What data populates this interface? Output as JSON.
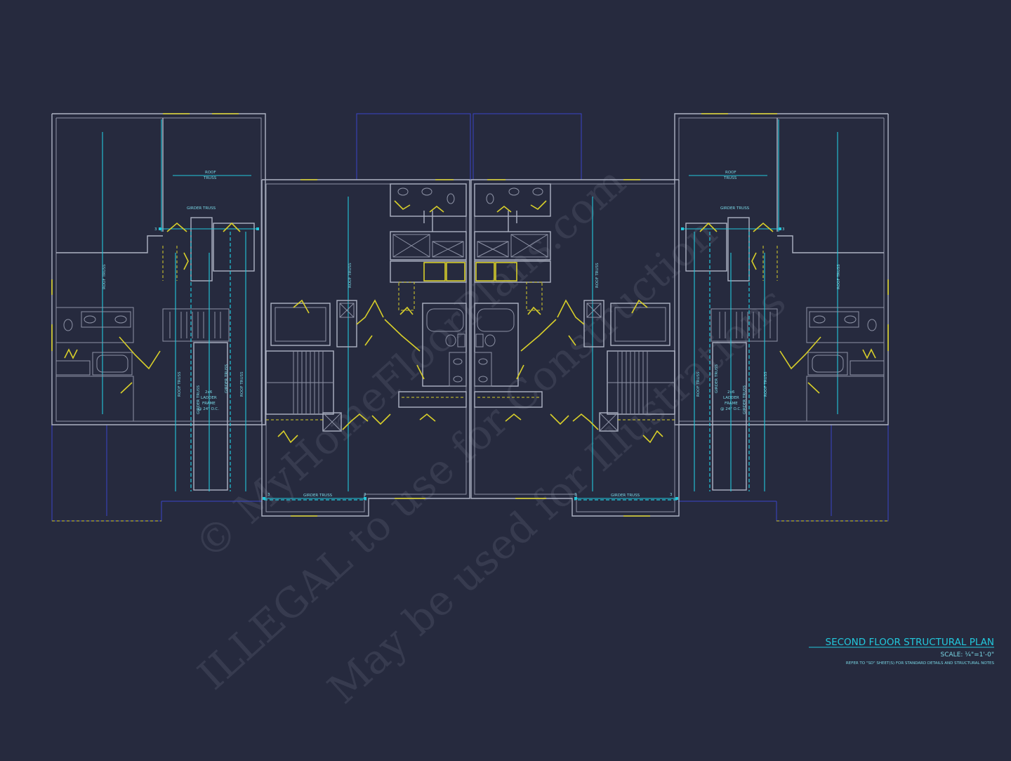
{
  "title_block": {
    "title": "SECOND FLOOR STRUCTURAL PLAN",
    "scale": "SCALE: ¼\"=1'-0\"",
    "note": "REFER TO \"SD\" SHEET(S) FOR STANDARD DETAILS AND STRUCTURAL NOTES"
  },
  "labels": {
    "roof_truss": "ROOF TRUSS",
    "roof": "ROOF",
    "truss": "TRUSS",
    "girder_truss": "GIRDER TRUSS",
    "ladder_frame_1": "2x6",
    "ladder_frame_2": "LADDER",
    "ladder_frame_3": "FRAME",
    "ladder_frame_4": "@ 24\" O.C.",
    "beam_mark": "3"
  },
  "watermark": {
    "line1": "© MyHomeFloorPlans.com",
    "line2": "ILLEGAL to use for Construction",
    "line3": "May be used for Illustrations"
  },
  "colors": {
    "background": "#262a3e",
    "walls": "#aeb3c4",
    "framing": "#22c8dc",
    "doors_windows": "#d8cf2a",
    "outline": "#3a44c8"
  }
}
